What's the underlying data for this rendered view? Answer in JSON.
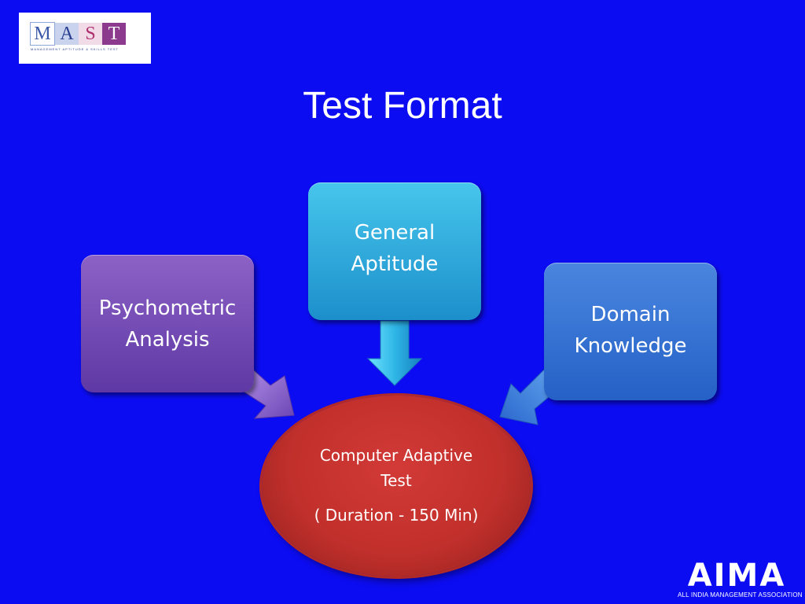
{
  "logo": {
    "letters": [
      "M",
      "A",
      "S",
      "T"
    ],
    "tagline": "MANAGEMENT APTITUDE & SKILLS TEST"
  },
  "title": "Test Format",
  "boxes": {
    "general": "General\nAptitude",
    "psychometric": "Psychometric\nAnalysis",
    "domain": "Domain\nKnowledge"
  },
  "center": {
    "line1": "Computer Adaptive\nTest",
    "duration": "( Duration - 150 Min)"
  },
  "footer_logo": {
    "word": "AIMA",
    "subtitle": "ALL INDIA MANAGEMENT ASSOCIATION"
  },
  "colors": {
    "background": "#0c0cf2",
    "general_box": "#2fb0e0",
    "psychometric_box": "#7a4fba",
    "domain_box": "#3576d8",
    "center_ellipse": "#c8312d"
  }
}
